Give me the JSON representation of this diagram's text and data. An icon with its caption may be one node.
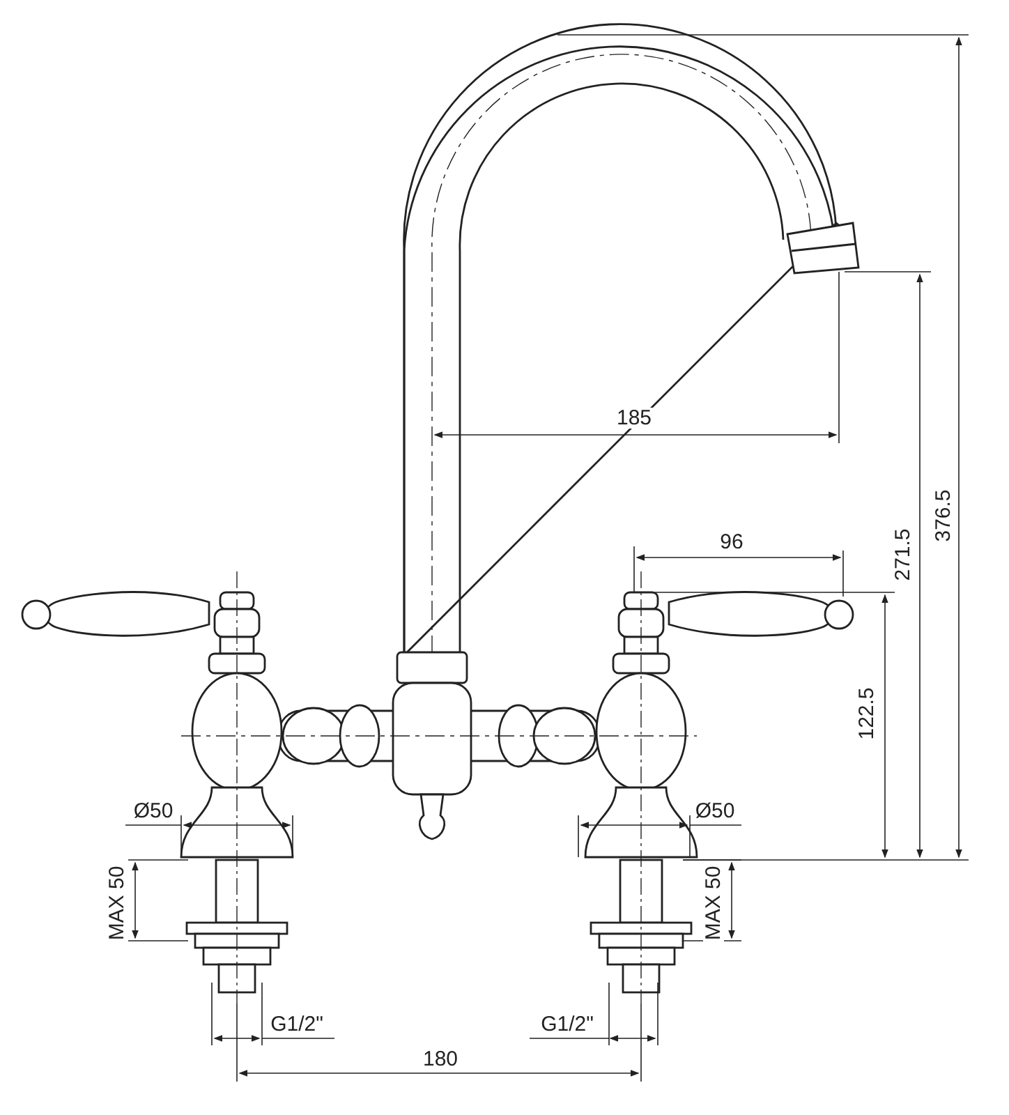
{
  "diagram": {
    "labels": [
      "185",
      "96",
      "271.5",
      "376.5",
      "122.5",
      "Ø50",
      "Ø50",
      "MAX 50",
      "MAX 50",
      "G1/2\"",
      "G1/2\"",
      "180"
    ]
  }
}
